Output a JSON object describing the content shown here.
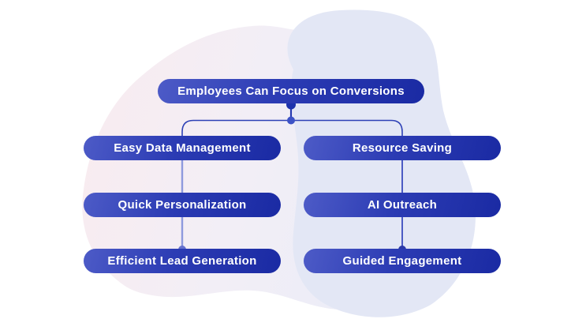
{
  "diagram": {
    "root": "Employees Can Focus on Conversions",
    "left_branch": [
      "Easy Data Management",
      "Quick Personalization",
      "Efficient Lead Generation"
    ],
    "right_branch": [
      "Resource Saving",
      "AI Outreach",
      "Guided Engagement"
    ]
  },
  "colors": {
    "pill_gradient_start": "#4d5bc7",
    "pill_gradient_end": "#1a2aa3",
    "pill_text": "#ffffff",
    "connector_dark": "#2e41b6",
    "connector_left_light": "#8e9add",
    "connector_right": "#3c4cbe",
    "dot_dark": "#1d32ac",
    "dot_mid": "#3c52c6",
    "blob_pink": "#f8ecf0",
    "blob_lavender_light": "#e9ecf8",
    "blob_lavender_circle": "#e3e7f5",
    "background": "#ffffff"
  }
}
